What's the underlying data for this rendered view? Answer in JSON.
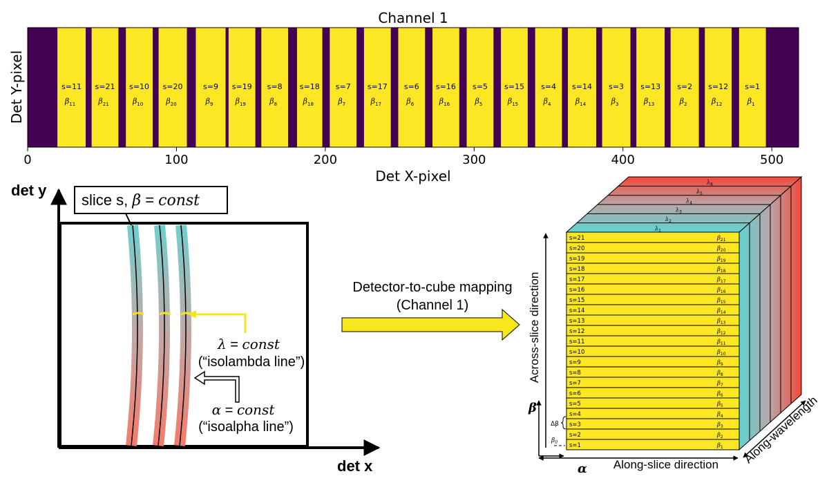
{
  "detector_panel": {
    "title": "Channel 1",
    "xlabel": "Det X-pixel",
    "ylabel": "Det Y-pixel",
    "xlim": [
      0,
      518
    ],
    "xticks": [
      0,
      100,
      200,
      300,
      400,
      500
    ],
    "colors": {
      "background": "#440154",
      "slice": "#fde725"
    },
    "slices": [
      {
        "s": "s=11",
        "beta": "β",
        "sub": "11",
        "x0": 20,
        "x1": 39
      },
      {
        "s": "s=21",
        "beta": "β",
        "sub": "21",
        "x0": 43,
        "x1": 61
      },
      {
        "s": "s=10",
        "beta": "β",
        "sub": "10",
        "x0": 66,
        "x1": 84
      },
      {
        "s": "s=20",
        "beta": "β",
        "sub": "20",
        "x0": 88,
        "x1": 107
      },
      {
        "s": "s=9",
        "beta": "β",
        "sub": "9",
        "x0": 113,
        "x1": 133
      },
      {
        "s": "s=19",
        "beta": "β",
        "sub": "19",
        "x0": 135,
        "x1": 153
      },
      {
        "s": "s=8",
        "beta": "β",
        "sub": "8",
        "x0": 157,
        "x1": 175
      },
      {
        "s": "s=18",
        "beta": "β",
        "sub": "18",
        "x0": 181,
        "x1": 198
      },
      {
        "s": "s=7",
        "beta": "β",
        "sub": "7",
        "x0": 203,
        "x1": 221
      },
      {
        "s": "s=17",
        "beta": "β",
        "sub": "17",
        "x0": 226,
        "x1": 244
      },
      {
        "s": "s=6",
        "beta": "β",
        "sub": "6",
        "x0": 249,
        "x1": 267
      },
      {
        "s": "s=16",
        "beta": "β",
        "sub": "16",
        "x0": 272,
        "x1": 290
      },
      {
        "s": "s=5",
        "beta": "β",
        "sub": "5",
        "x0": 295,
        "x1": 313
      },
      {
        "s": "s=15",
        "beta": "β",
        "sub": "15",
        "x0": 318,
        "x1": 336
      },
      {
        "s": "s=4",
        "beta": "β",
        "sub": "4",
        "x0": 341,
        "x1": 359
      },
      {
        "s": "s=14",
        "beta": "β",
        "sub": "14",
        "x0": 363,
        "x1": 382
      },
      {
        "s": "s=3",
        "beta": "β",
        "sub": "3",
        "x0": 386,
        "x1": 405
      },
      {
        "s": "s=13",
        "beta": "β",
        "sub": "13",
        "x0": 409,
        "x1": 428
      },
      {
        "s": "s=2",
        "beta": "β",
        "sub": "2",
        "x0": 432,
        "x1": 451
      },
      {
        "s": "s=12",
        "beta": "β",
        "sub": "12",
        "x0": 455,
        "x1": 473
      },
      {
        "s": "s=1",
        "beta": "β",
        "sub": "1",
        "x0": 478,
        "x1": 496
      }
    ]
  },
  "detector_schematic": {
    "y_axis_label": "det y",
    "x_axis_label": "det x",
    "slice_callout": {
      "prefix": "slice s, ",
      "beta": "β",
      "eq": " = ",
      "const": "const"
    },
    "isolambda": {
      "symbol": "λ",
      "eq": " = ",
      "const": "const",
      "label": "(“isolambda line”)"
    },
    "isoalpha": {
      "symbol": "α",
      "eq": " = ",
      "const": "const",
      "label": "(“isoalpha line”)"
    },
    "colors": {
      "top": "#6fcfcf",
      "bottom": "#f47a6a",
      "callout": "#f5e51b"
    }
  },
  "mapping": {
    "line1": "Detector-to-cube mapping",
    "line2": "(Channel 1)",
    "arrow_color": "#f8e71c"
  },
  "cube": {
    "front_rows": [
      {
        "s": "s=21",
        "beta": "β",
        "sub": "21"
      },
      {
        "s": "s=20",
        "beta": "β",
        "sub": "20"
      },
      {
        "s": "s=19",
        "beta": "β",
        "sub": "19"
      },
      {
        "s": "s=18",
        "beta": "β",
        "sub": "18"
      },
      {
        "s": "s=17",
        "beta": "β",
        "sub": "17"
      },
      {
        "s": "s=16",
        "beta": "β",
        "sub": "16"
      },
      {
        "s": "s=15",
        "beta": "β",
        "sub": "15"
      },
      {
        "s": "s=14",
        "beta": "β",
        "sub": "14"
      },
      {
        "s": "s=13",
        "beta": "β",
        "sub": "13"
      },
      {
        "s": "s=12",
        "beta": "β",
        "sub": "12"
      },
      {
        "s": "s=11",
        "beta": "β",
        "sub": "11"
      },
      {
        "s": "s=10",
        "beta": "β",
        "sub": "10"
      },
      {
        "s": "s=9",
        "beta": "β",
        "sub": "9"
      },
      {
        "s": "s=8",
        "beta": "β",
        "sub": "8"
      },
      {
        "s": "s=7",
        "beta": "β",
        "sub": "7"
      },
      {
        "s": "s=6",
        "beta": "β",
        "sub": "6"
      },
      {
        "s": "s=5",
        "beta": "β",
        "sub": "5"
      },
      {
        "s": "s=4",
        "beta": "β",
        "sub": "4"
      },
      {
        "s": "s=3",
        "beta": "β",
        "sub": "3"
      },
      {
        "s": "s=2",
        "beta": "β",
        "sub": "2"
      },
      {
        "s": "s=1",
        "beta": "β",
        "sub": "1"
      }
    ],
    "lambda_layers": [
      {
        "sym": "λ",
        "sub": "1"
      },
      {
        "sym": "λ",
        "sub": "2"
      },
      {
        "sym": "λ",
        "sub": "3"
      },
      {
        "sym": "λ",
        "sub": "4"
      },
      {
        "sym": "λ",
        "sub": "5"
      },
      {
        "sym": "λ",
        "sub": "6"
      }
    ],
    "across_label": "Across-slice direction",
    "along_label": "Along-slice direction",
    "wavelength_label": "Along-wavelength",
    "beta_axis": "β",
    "alpha_axis": "α",
    "delta_beta": "Δβ",
    "beta0": {
      "sym": "β",
      "sub": "0"
    },
    "colors": {
      "front": "#fde725",
      "blue": "#5fd3d3",
      "red": "#f4473a"
    }
  }
}
